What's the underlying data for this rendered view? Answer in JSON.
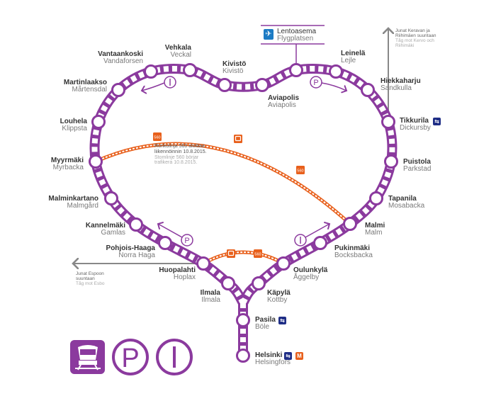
{
  "title": "Kehärata / Ringbanan",
  "colors": {
    "line": "#8b3a9e",
    "bus": "#e8601c",
    "train_icon": "#1f2e86",
    "airport_icon": "#1c7bc4",
    "arrow": "#888888"
  },
  "stations": [
    {
      "fi": "Helsinki",
      "sv": "Helsingfors"
    },
    {
      "fi": "Pasila",
      "sv": "Böle"
    },
    {
      "fi": "Käpylä",
      "sv": "Kottby"
    },
    {
      "fi": "Oulunkylä",
      "sv": "Åggelby"
    },
    {
      "fi": "Pukinmäki",
      "sv": "Bocksbacka"
    },
    {
      "fi": "Malmi",
      "sv": "Malm"
    },
    {
      "fi": "Tapanila",
      "sv": "Mosabacka"
    },
    {
      "fi": "Puistola",
      "sv": "Parkstad"
    },
    {
      "fi": "Tikkurila",
      "sv": "Dickursby"
    },
    {
      "fi": "Hiekkaharju",
      "sv": "Sandkulla"
    },
    {
      "fi": "Leinelä",
      "sv": "Lejle"
    },
    {
      "fi": "Lentoasema",
      "sv": "Flygplatsen"
    },
    {
      "fi": "Aviapolis",
      "sv": "Aviapolis"
    },
    {
      "fi": "Kivistö",
      "sv": "Kivistö"
    },
    {
      "fi": "Vehkala",
      "sv": "Veckal"
    },
    {
      "fi": "Vantaankoski",
      "sv": "Vandaforsen"
    },
    {
      "fi": "Martinlaakso",
      "sv": "Mårtensdal"
    },
    {
      "fi": "Louhela",
      "sv": "Klippsta"
    },
    {
      "fi": "Myyrmäki",
      "sv": "Myrbacka"
    },
    {
      "fi": "Malminkartano",
      "sv": "Malmgård"
    },
    {
      "fi": "Kannelmäki",
      "sv": "Gamlas"
    },
    {
      "fi": "Pohjois-Haaga",
      "sv": "Norra Haga"
    },
    {
      "fi": "Huopalahti",
      "sv": "Hoplax"
    },
    {
      "fi": "Ilmala",
      "sv": "Ilmala"
    }
  ],
  "icons": {
    "train": "train-connection-icon",
    "metro": "metro-icon",
    "metro_letter": "M",
    "airport": "airplane-icon",
    "bus": "bus-icon",
    "bus_route": "560",
    "park": "P",
    "info": "I"
  },
  "bus_note": {
    "fi": "Runkolinja 560 aloittaa",
    "fi2": "liikennöinnin 10.8.2015.",
    "sv": "Stomlinje 560 börjar",
    "sv2": "trafikera 10.8.2015."
  },
  "north_note": {
    "fi": "Junat Keravan ja",
    "fi2": "Riihimäen suuntaan",
    "sv": "Tåg mot Kervo och",
    "sv2": "Riihimäki"
  },
  "west_note": {
    "fi": "Junat Espoon",
    "fi2": "suuntaan",
    "sv": "Tåg mot Esbo"
  },
  "legend": [
    "commuter-train",
    "park-and-ride",
    "information"
  ]
}
